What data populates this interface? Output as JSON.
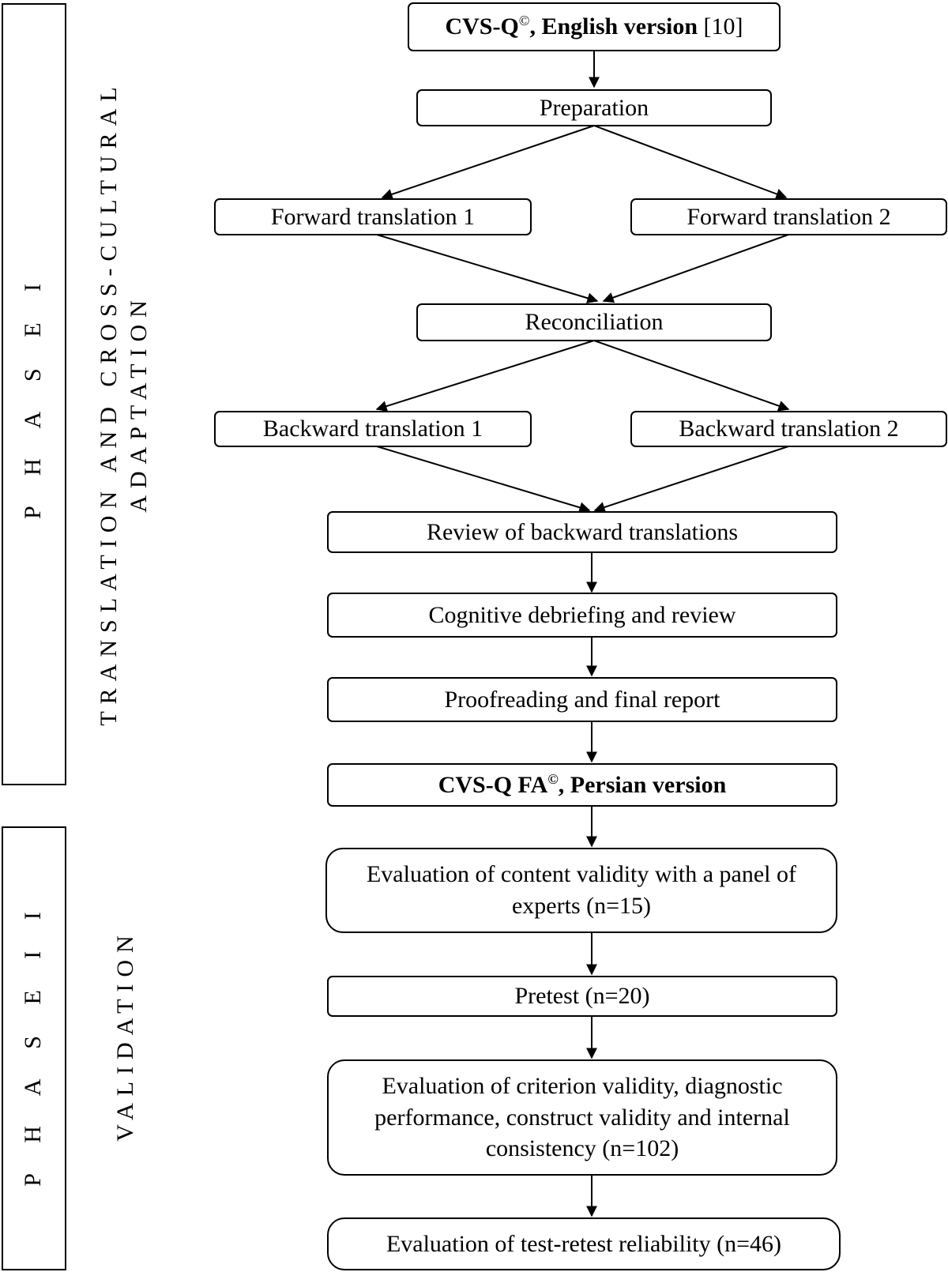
{
  "phases": [
    {
      "id": "phase-1",
      "label": "P H A S E   I",
      "title_line1": "TRANSLATION AND CROSS-CULTURAL",
      "title_line2": "ADAPTATION"
    },
    {
      "id": "phase-2",
      "label": "P H A S E   I I",
      "title_line1": "VALIDATION",
      "title_line2": ""
    }
  ],
  "nodes": {
    "source": {
      "bold_main": "CVS-Q",
      "sup": "©",
      "bold_rest": ", English version",
      "ref": " [10]"
    },
    "preparation": "Preparation",
    "forward1": "Forward translation 1",
    "forward2": "Forward translation 2",
    "reconciliation": "Reconciliation",
    "backward1": "Backward translation 1",
    "backward2": "Backward translation 2",
    "review_backward": "Review of backward translations",
    "cognitive": "Cognitive debriefing and review",
    "proofreading": "Proofreading and final report",
    "persian": {
      "bold_main": "CVS-Q FA",
      "sup": "©",
      "bold_rest": ", Persian version"
    },
    "content_validity": "Evaluation of content validity with a panel of experts (n=15)",
    "pretest": "Pretest (n=20)",
    "criterion": "Evaluation of criterion validity, diagnostic performance, construct validity and internal consistency (n=102)",
    "test_retest": "Evaluation of test-retest reliability (n=46)"
  }
}
